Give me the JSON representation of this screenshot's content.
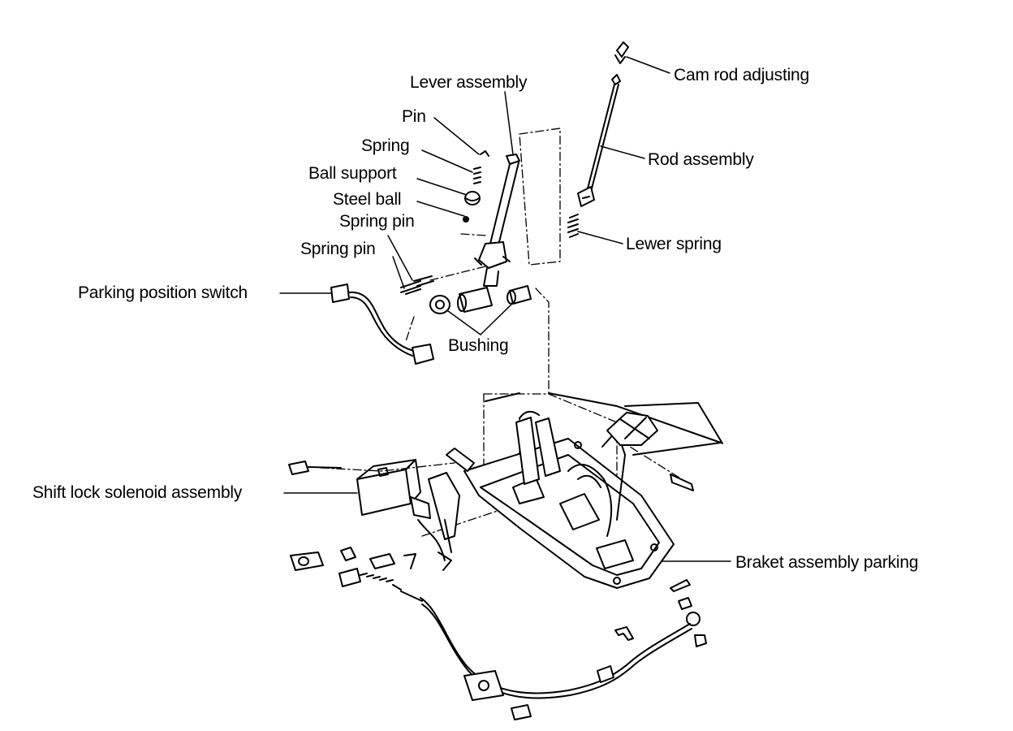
{
  "labels": {
    "cam_rod_adjusting": "Cam rod adjusting",
    "lever_assembly": "Lever assembly",
    "rod_assembly": "Rod assembly",
    "pin": "Pin",
    "spring": "Spring",
    "ball_support": "Ball support",
    "steel_ball": "Steel ball",
    "spring_pin_1": "Spring pin",
    "spring_pin_2": "Spring pin",
    "lewer_spring": "Lewer spring",
    "parking_position_switch": "Parking position switch",
    "bushing": "Bushing",
    "shift_lock_solenoid_assembly": "Shift lock solenoid assembly",
    "braket_assembly_parking": "Braket assembly parking"
  }
}
